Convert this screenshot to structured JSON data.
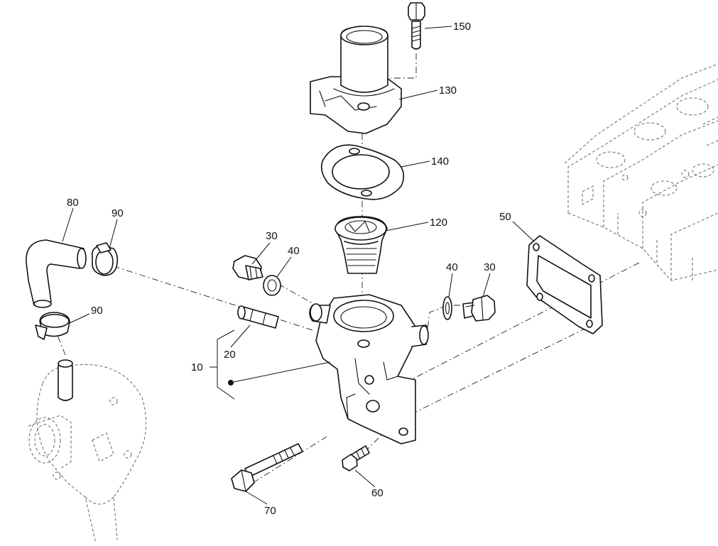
{
  "callouts": {
    "c150": "150",
    "c130": "130",
    "c140": "140",
    "c120": "120",
    "c80": "80",
    "c90_top": "90",
    "c30_left": "30",
    "c40_left": "40",
    "c40_right": "40",
    "c30_right": "30",
    "c50": "50",
    "c90_bottom": "90",
    "c10": "10",
    "c20": "20",
    "c60": "60",
    "c70": "70"
  }
}
